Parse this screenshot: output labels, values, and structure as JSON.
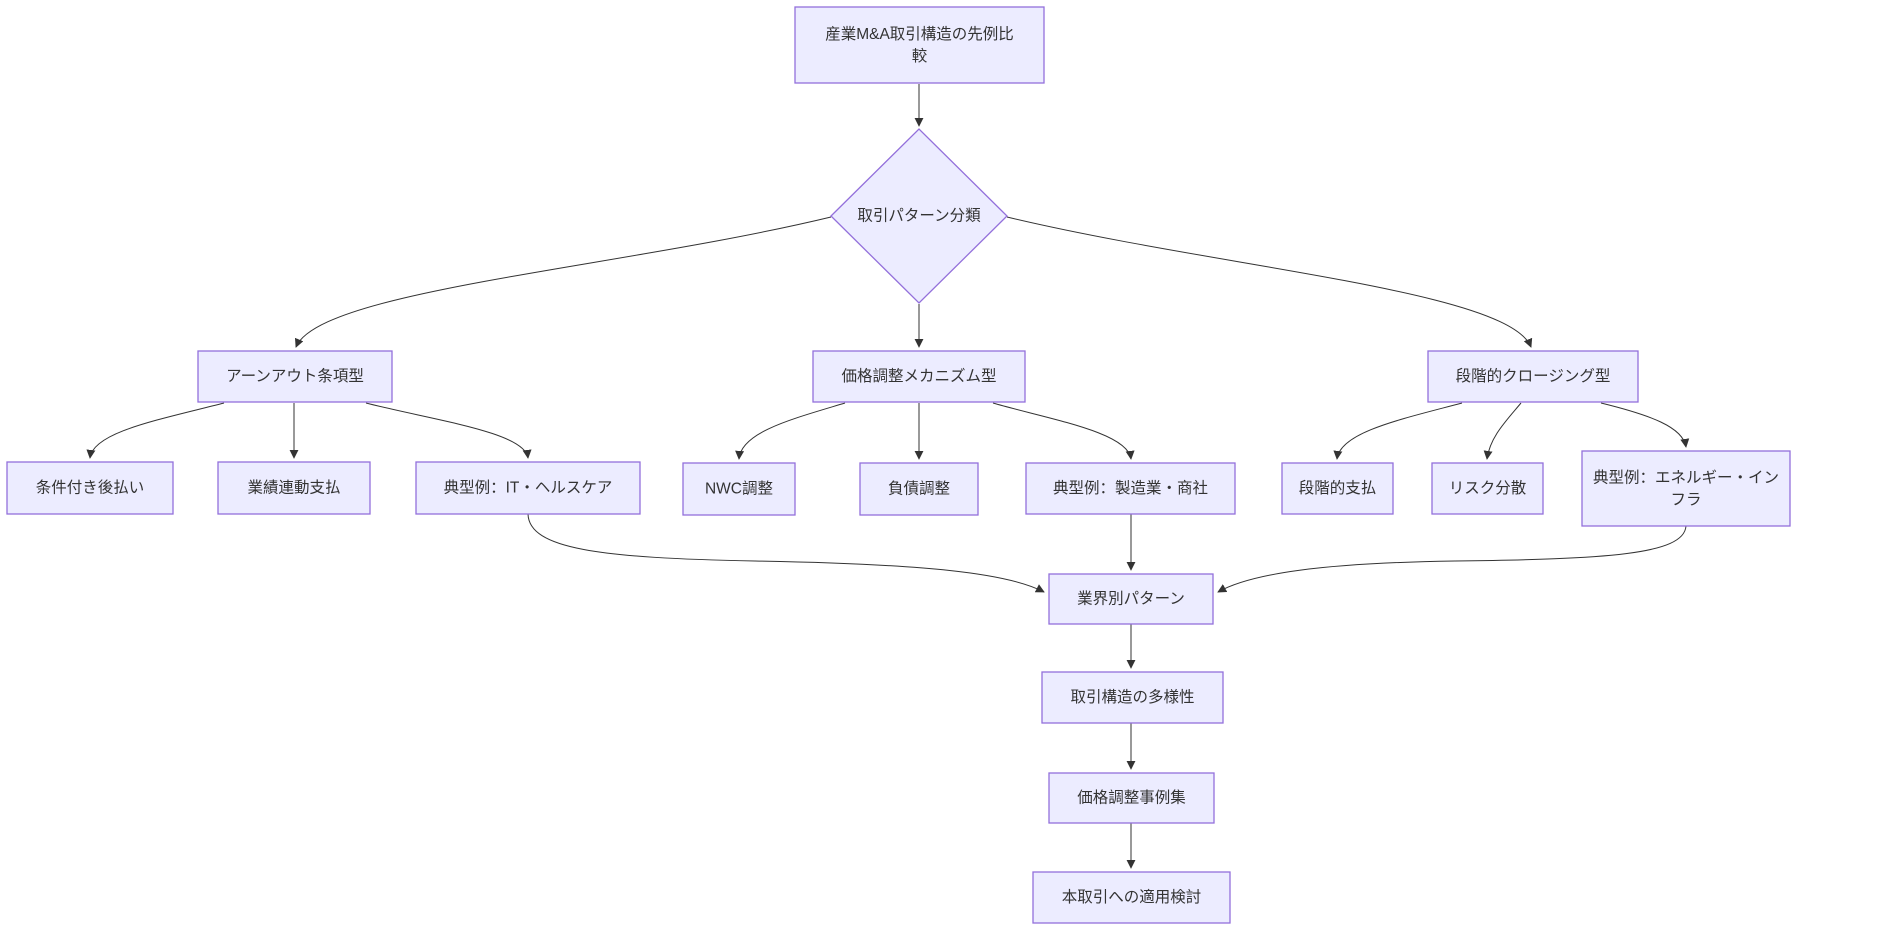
{
  "diagram": {
    "type": "flowchart",
    "background": "#ffffff",
    "node_fill": "#ECECFF",
    "node_border": "#9370DB",
    "edge_color": "#333333",
    "text_color": "#333333",
    "nodes": [
      {
        "id": "root",
        "shape": "rect",
        "label": "産業M&A取引構造の先例比較",
        "lines": [
          "産業M&A取引構造の先例比",
          "較"
        ]
      },
      {
        "id": "classify",
        "shape": "diamond",
        "label": "取引パターン分類"
      },
      {
        "id": "earnout",
        "shape": "rect",
        "label": "アーンアウト条項型"
      },
      {
        "id": "price-adjust",
        "shape": "rect",
        "label": "価格調整メカニズム型"
      },
      {
        "id": "staged-closing",
        "shape": "rect",
        "label": "段階的クロージング型"
      },
      {
        "id": "conditional-deferred",
        "shape": "rect",
        "label": "条件付き後払い"
      },
      {
        "id": "performance-linked",
        "shape": "rect",
        "label": "業績連動支払"
      },
      {
        "id": "example-it",
        "shape": "rect",
        "label": "典型例：IT・ヘルスケア"
      },
      {
        "id": "nwc",
        "shape": "rect",
        "label": "NWC調整"
      },
      {
        "id": "debt",
        "shape": "rect",
        "label": "負債調整"
      },
      {
        "id": "example-mfg",
        "shape": "rect",
        "label": "典型例：製造業・商社"
      },
      {
        "id": "staged-payment",
        "shape": "rect",
        "label": "段階的支払"
      },
      {
        "id": "risk-diversification",
        "shape": "rect",
        "label": "リスク分散"
      },
      {
        "id": "example-energy",
        "shape": "rect",
        "label": "典型例：エネルギー・インフラ",
        "lines": [
          "典型例：エネルギー・イン",
          "フラ"
        ]
      },
      {
        "id": "industry-pattern",
        "shape": "rect",
        "label": "業界別パターン"
      },
      {
        "id": "structure-diversity",
        "shape": "rect",
        "label": "取引構造の多様性"
      },
      {
        "id": "price-adjust-cases",
        "shape": "rect",
        "label": "価格調整事例集"
      },
      {
        "id": "apply-to-deal",
        "shape": "rect",
        "label": "本取引への適用検討"
      }
    ],
    "edges": [
      {
        "from": "root",
        "to": "classify"
      },
      {
        "from": "classify",
        "to": "earnout"
      },
      {
        "from": "classify",
        "to": "price-adjust"
      },
      {
        "from": "classify",
        "to": "staged-closing"
      },
      {
        "from": "earnout",
        "to": "conditional-deferred"
      },
      {
        "from": "earnout",
        "to": "performance-linked"
      },
      {
        "from": "earnout",
        "to": "example-it"
      },
      {
        "from": "price-adjust",
        "to": "nwc"
      },
      {
        "from": "price-adjust",
        "to": "debt"
      },
      {
        "from": "price-adjust",
        "to": "example-mfg"
      },
      {
        "from": "staged-closing",
        "to": "staged-payment"
      },
      {
        "from": "staged-closing",
        "to": "risk-diversification"
      },
      {
        "from": "staged-closing",
        "to": "example-energy"
      },
      {
        "from": "example-it",
        "to": "industry-pattern"
      },
      {
        "from": "example-mfg",
        "to": "industry-pattern"
      },
      {
        "from": "example-energy",
        "to": "industry-pattern"
      },
      {
        "from": "industry-pattern",
        "to": "structure-diversity"
      },
      {
        "from": "structure-diversity",
        "to": "price-adjust-cases"
      },
      {
        "from": "price-adjust-cases",
        "to": "apply-to-deal"
      }
    ]
  }
}
